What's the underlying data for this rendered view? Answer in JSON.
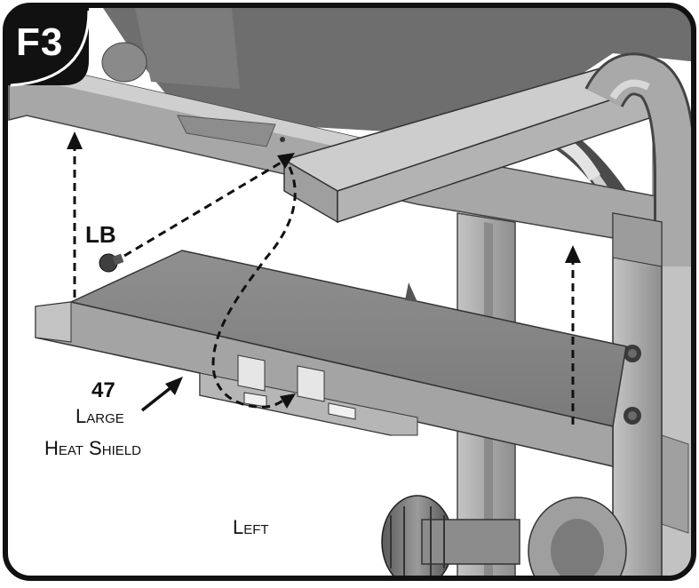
{
  "figure": {
    "step_label": "F3",
    "fastener_label": "LB",
    "part_number": "47",
    "part_name_line1": "Large",
    "part_name_line2": "Heat Shield",
    "side_label": "Left"
  },
  "colors": {
    "frame_border": "#111111",
    "badge_fill": "#111111",
    "badge_text": "#ffffff",
    "metal_light": "#b9b9b9",
    "metal_mid": "#9a9a9a",
    "metal_dark": "#6f6f6f",
    "background": "#ffffff"
  }
}
